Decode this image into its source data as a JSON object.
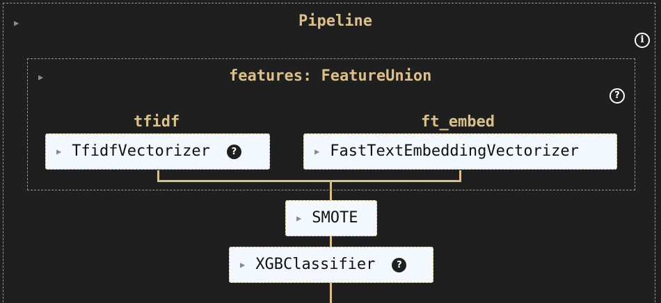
{
  "pipeline": {
    "title": "Pipeline",
    "toggle": "▶",
    "info_icon": "i"
  },
  "feature_union": {
    "title": "features: FeatureUnion",
    "toggle": "▶",
    "help_icon": "?"
  },
  "branches": [
    {
      "label": "tfidf",
      "node": {
        "toggle": "▶",
        "label": "TfidfVectorizer",
        "help": "?"
      }
    },
    {
      "label": "ft_embed",
      "node": {
        "toggle": "▶",
        "label": "FastTextEmbeddingVectorizer"
      }
    }
  ],
  "steps": [
    {
      "toggle": "▶",
      "label": "SMOTE"
    },
    {
      "toggle": "▶",
      "label": "XGBClassifier",
      "help": "?"
    }
  ],
  "colors": {
    "background": "#1f1f1f",
    "accent": "#dcc08c",
    "node_fill": "#f2f8fd",
    "border": "#9a9a9a"
  }
}
